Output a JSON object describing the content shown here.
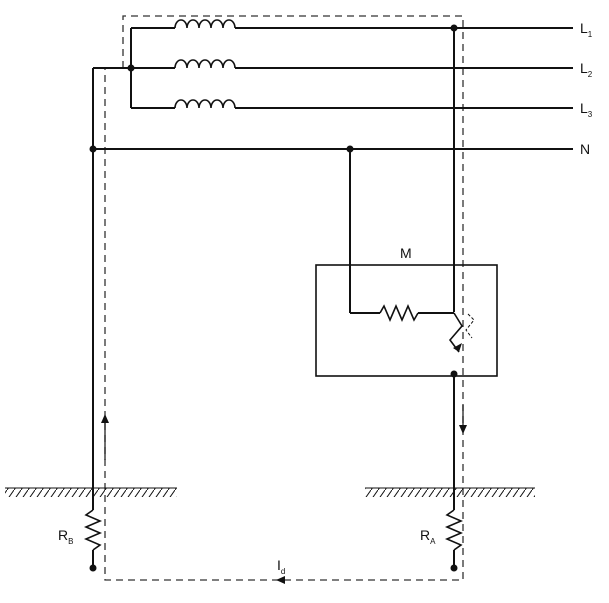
{
  "labels": {
    "l1": "L",
    "l1_sub": "1",
    "l2": "L",
    "l2_sub": "2",
    "l3": "L",
    "l3_sub": "3",
    "n": "N",
    "m": "M",
    "rb": "R",
    "rb_sub": "B",
    "ra": "R",
    "ra_sub": "A",
    "id": "I",
    "id_sub": "d"
  }
}
